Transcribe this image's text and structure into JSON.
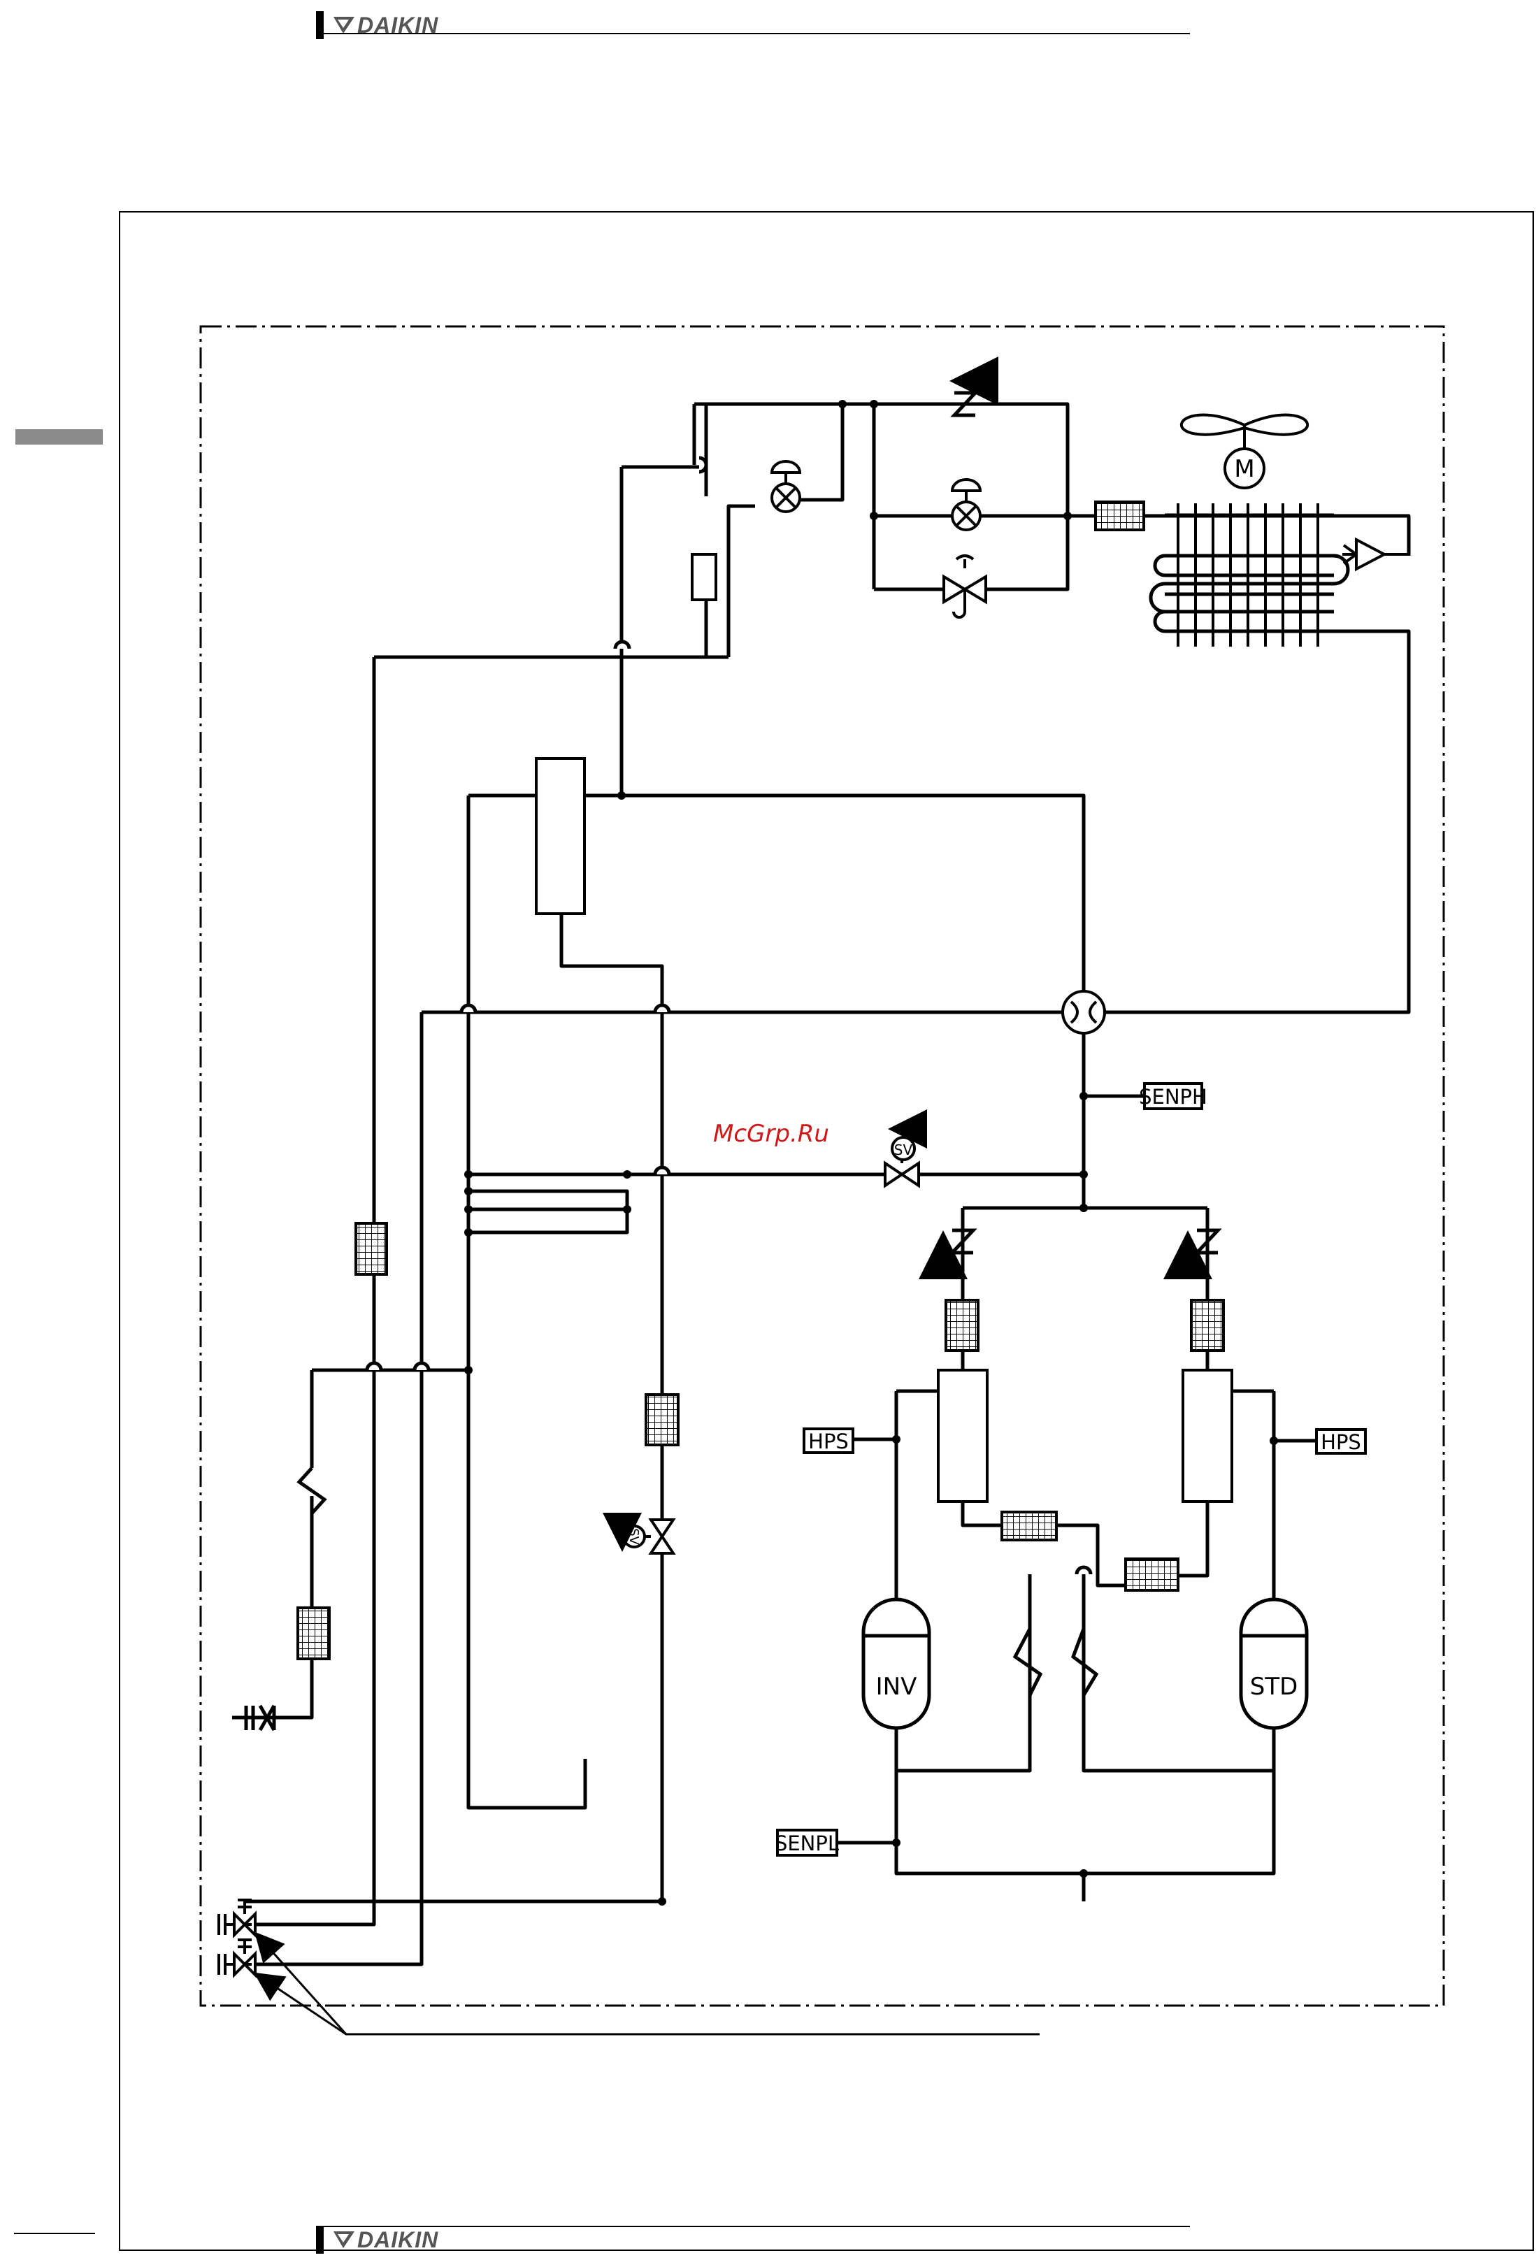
{
  "brand": {
    "name": "DAIKIN"
  },
  "watermark": "McGrp.Ru",
  "labels": {
    "senph": "SENPH",
    "senpl": "SENPL",
    "hps_left": "HPS",
    "hps_right": "HPS",
    "inv": "INV",
    "std": "STD",
    "motor": "M",
    "sv": "SV"
  }
}
